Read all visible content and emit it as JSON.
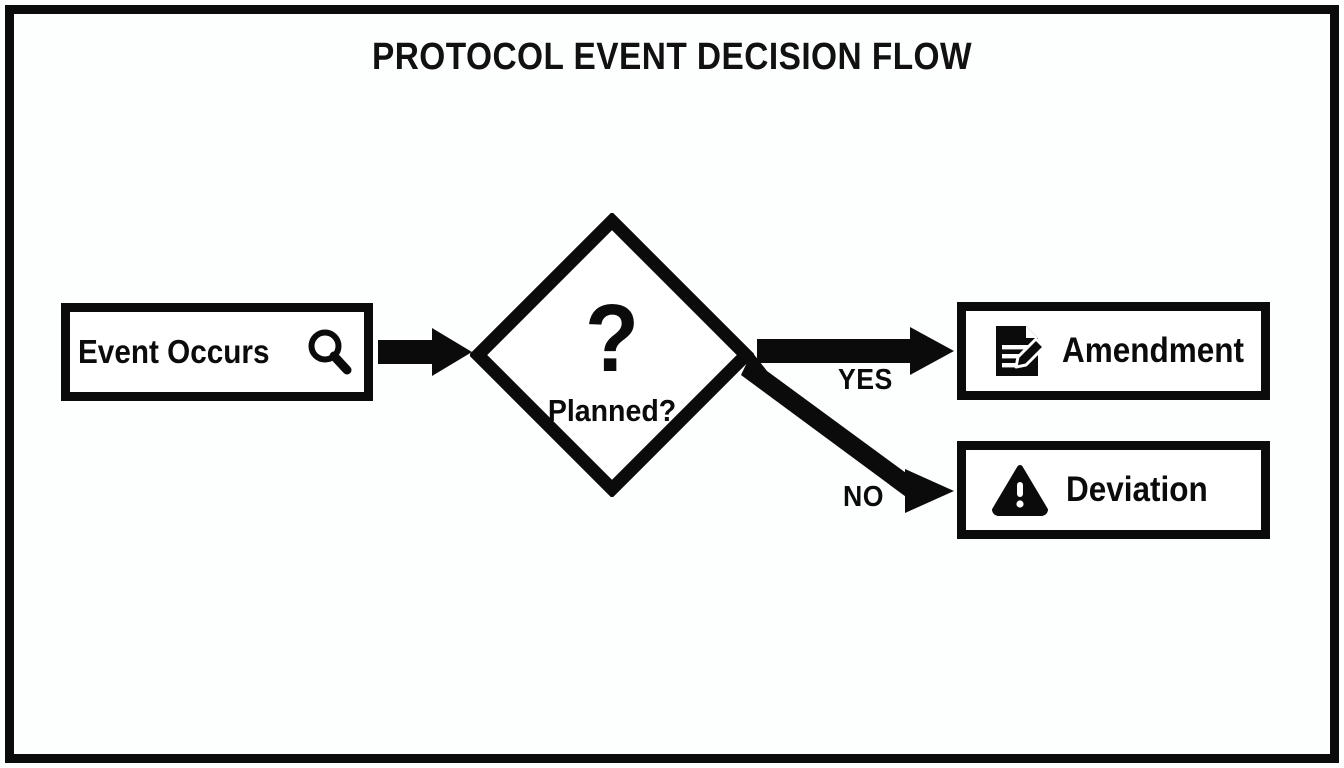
{
  "page": {
    "title": "PROTOCOL EVENT DECISION FLOW",
    "background_color": "#fdfefe",
    "ink_color": "#0b0b0b",
    "frame": "heavy-black-rectangle-border"
  },
  "diagram": {
    "type": "decision-flowchart",
    "orientation": "left-to-right",
    "nodes": [
      {
        "id": "event",
        "shape": "rectangle",
        "label": "Event Occurs",
        "icon": "magnifier-icon",
        "icon_position": "right"
      },
      {
        "id": "planned",
        "shape": "diamond",
        "glyph": "?",
        "label": "Planned?"
      },
      {
        "id": "amendment",
        "shape": "rectangle",
        "label": "Amendment",
        "icon": "document-edit-icon",
        "icon_position": "left"
      },
      {
        "id": "deviation",
        "shape": "rectangle",
        "label": "Deviation",
        "icon": "warning-triangle-icon",
        "icon_position": "left"
      }
    ],
    "edges": [
      {
        "id": "event-to-planned",
        "from": "event",
        "to": "planned",
        "label": "",
        "style": "straight-arrow"
      },
      {
        "id": "planned-yes",
        "from": "planned",
        "to": "amendment",
        "label": "YES",
        "style": "straight-arrow"
      },
      {
        "id": "planned-no",
        "from": "planned",
        "to": "deviation",
        "label": "NO",
        "style": "diagonal-arrow"
      }
    ]
  }
}
